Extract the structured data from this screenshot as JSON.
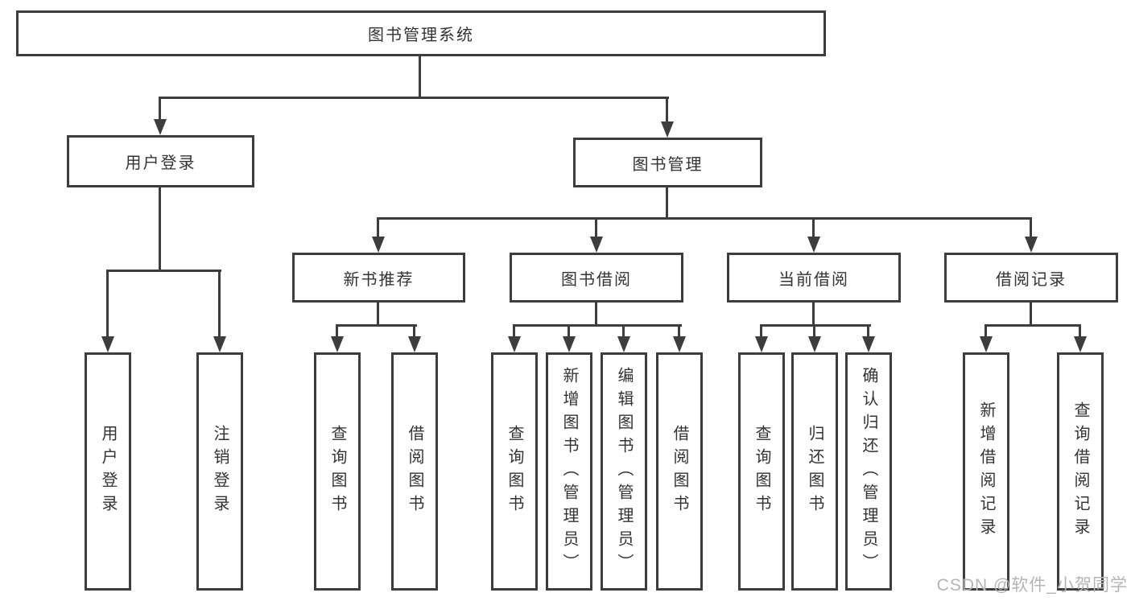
{
  "colors": {
    "line": "#3d3d3d",
    "text": "#333333",
    "watermark": "#b5b5b5",
    "bg": "#ffffff"
  },
  "diagram_type": "hierarchy-tree",
  "tree": {
    "label": "图书管理系统",
    "children": [
      {
        "label": "用户登录",
        "children": [
          {
            "label": "用户登录"
          },
          {
            "label": "注销登录"
          }
        ]
      },
      {
        "label": "图书管理",
        "children": [
          {
            "label": "新书推荐",
            "children": [
              {
                "label": "查询图书"
              },
              {
                "label": "借阅图书"
              }
            ]
          },
          {
            "label": "图书借阅",
            "children": [
              {
                "label": "查询图书"
              },
              {
                "label": "新增图书（管理员）"
              },
              {
                "label": "编辑图书（管理员）"
              },
              {
                "label": "借阅图书"
              }
            ]
          },
          {
            "label": "当前借阅",
            "children": [
              {
                "label": "查询图书"
              },
              {
                "label": "归还图书"
              },
              {
                "label": "确认归还（管理员）"
              }
            ]
          },
          {
            "label": "借阅记录",
            "children": [
              {
                "label": "新增借阅记录"
              },
              {
                "label": "查询借阅记录"
              }
            ]
          }
        ]
      }
    ]
  },
  "watermark": {
    "text": "CSDN @软件_小贺同学"
  }
}
